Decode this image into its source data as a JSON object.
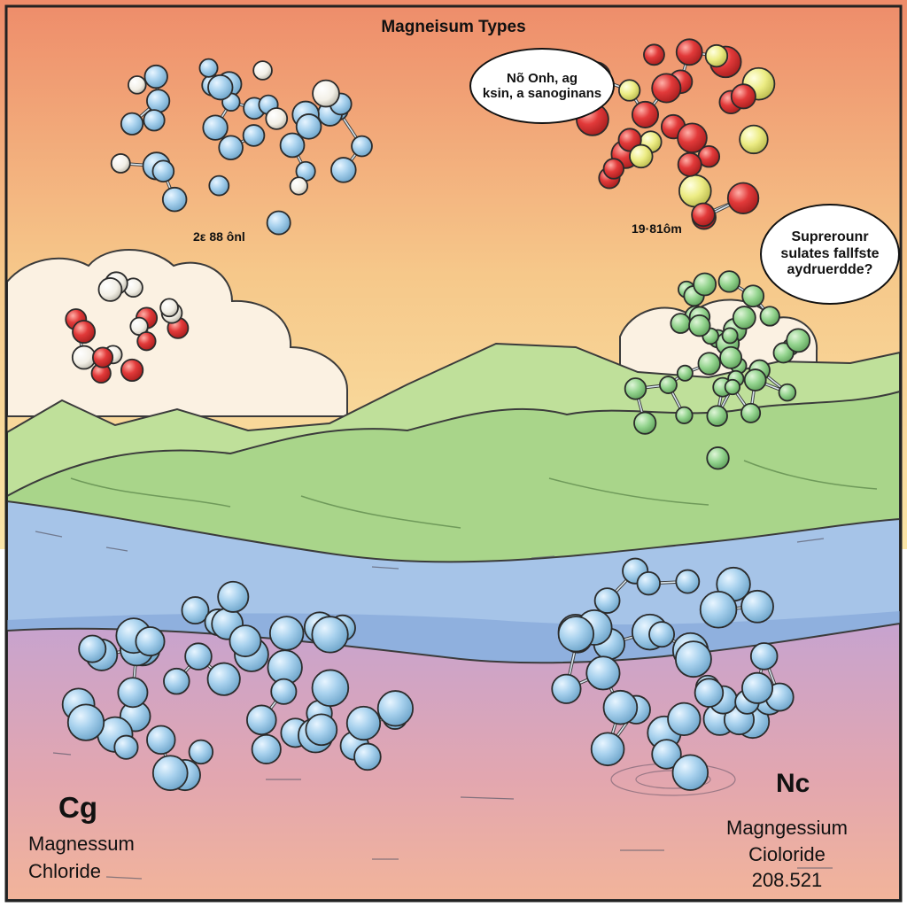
{
  "title": "Magneisum Types",
  "speech_bubbles": [
    {
      "text": "Nõ Onh, ag\nksin, a sanoginans"
    },
    {
      "text": "Suprerounr\nsulates fallfste\naydruerdde?"
    }
  ],
  "captions": [
    "2ε 88 ônl",
    "19·81ôm"
  ],
  "compounds": [
    {
      "symbol": "Cg",
      "name_line1": "Magnessum",
      "name_line2": "Chloride"
    },
    {
      "symbol": "Nc",
      "name_line1": "Magngessium",
      "name_line2": "Cioloride",
      "value": "208.521"
    }
  ],
  "colors": {
    "sky_top": "#ee8c6a",
    "sky_mid": "#f6c88a",
    "mountain_green": "#a9d58a",
    "ground_blue": "#a6c4e8",
    "ground_purple": "#c7a3cf",
    "atom_blue": "#a9d2ee",
    "atom_red": "#e23a3a",
    "atom_yellow": "#ecec84",
    "atom_green": "#93d48e",
    "atom_white": "#f2efe6"
  }
}
